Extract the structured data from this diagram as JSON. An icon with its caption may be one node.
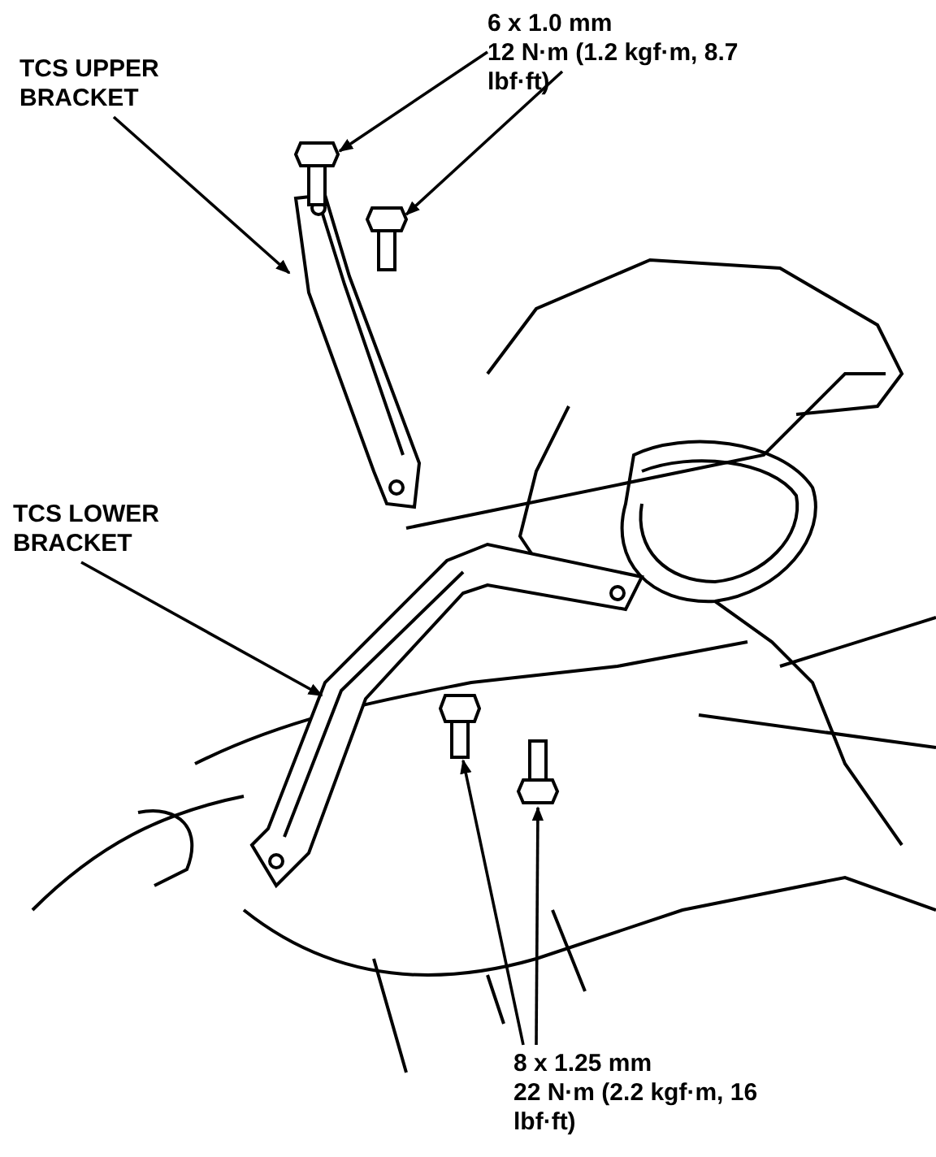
{
  "diagram": {
    "nodes": [
      {
        "text": [
          "TCS UPPER BRACKET"
        ]
      },
      {
        "text": [],
        "shape": "picture"
      },
      {
        "text": [
          "TCS LOWER BRACKET"
        ]
      },
      {
        "text": [],
        "shape": "picture"
      },
      {
        "text": [
          "6 x 1.0 mm",
          "12 N·m (1.2 kgf·m, 8.7 lbf·ft)"
        ]
      },
      {
        "text": [],
        "shape": "picture"
      },
      {
        "text": [],
        "shape": "picture"
      },
      {
        "text": [
          "8 x 1.25 mm",
          "22 N·m (2.2 kgf·m, 16 lbf·ft)"
        ]
      },
      {
        "text": [],
        "shape": "picture"
      },
      {
        "text": [],
        "shape": "picture"
      }
    ],
    "edges": [
      {
        "from": 0,
        "to": 1,
        "arrow": "to"
      },
      {
        "from": 2,
        "to": 3,
        "arrow": "to"
      },
      {
        "from": 4,
        "to": 5,
        "arrow": "to"
      },
      {
        "from": 4,
        "to": 6,
        "arrow": "to"
      },
      {
        "from": 7,
        "to": 8,
        "arrow": "to"
      },
      {
        "from": 7,
        "to": 9,
        "arrow": "to"
      }
    ]
  }
}
